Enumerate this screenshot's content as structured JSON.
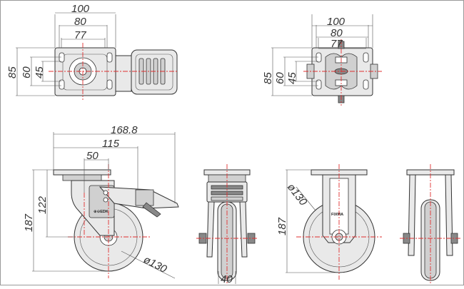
{
  "colors": {
    "line": "#333333",
    "centerline": "#e03030",
    "fill": "#e9e9e9",
    "frame": "#999999"
  },
  "top_view_brake": {
    "dims": {
      "w100": "100",
      "w80": "80",
      "w77": "77",
      "h85": "85",
      "h60": "60",
      "h45": "45"
    }
  },
  "top_view_rigid": {
    "dims": {
      "w100": "100",
      "w80": "80",
      "w77": "77",
      "h85": "85",
      "h60": "60",
      "h45": "45"
    }
  },
  "side_view_brake": {
    "dims": {
      "d168": "168.8",
      "d115": "115",
      "d50": "50",
      "d187": "187",
      "d122": "122",
      "d130": "ø130"
    },
    "brand": "⊕⊖EDK"
  },
  "front_view_swivel": {
    "dims": {
      "d40": "40"
    }
  },
  "side_view_rigid": {
    "dims": {
      "d187": "187",
      "d130": "ø130"
    },
    "brand": "FIXMA"
  },
  "front_view_rigid": {}
}
